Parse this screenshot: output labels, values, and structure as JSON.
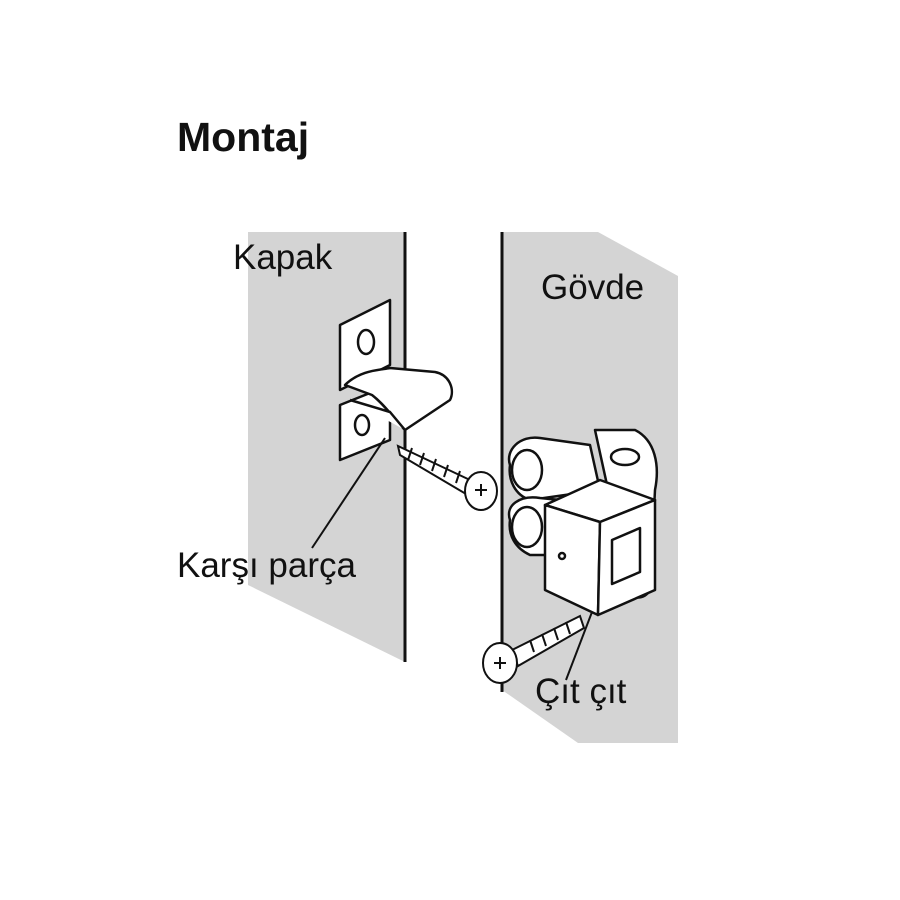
{
  "title": "Montaj",
  "labels": {
    "door": "Kapak",
    "body": "Gövde",
    "strike_plate": "Karşı parça",
    "catch": "Çıt çıt"
  },
  "colors": {
    "panel": "#d4d4d4",
    "line": "#111111"
  }
}
